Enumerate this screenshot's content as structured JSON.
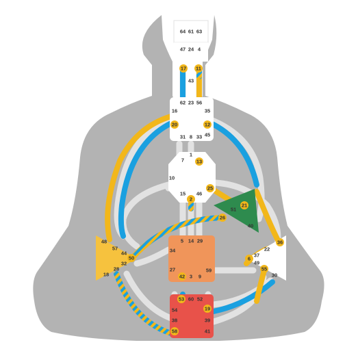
{
  "colors": {
    "body": "#b3b3b3",
    "channel_undefined": "#e2e2e2",
    "conscious": "#1aa0e0",
    "unconscious": "#f2b71a",
    "center_defined_head": "#ffffff",
    "center_white": "#ffffff",
    "ego": "#2e8b4e",
    "spleen": "#f6c23e",
    "sacral_root_outline": "#e5e5e5",
    "g_center": "#ffffff",
    "solar_plexus": "#ffffff",
    "sacral": "#f0955a",
    "root": "#e8524a",
    "gate_highlight": "#f2b71a",
    "text": "#333333"
  },
  "gates": {
    "g64": "64",
    "g61": "61",
    "g63": "63",
    "g47": "47",
    "g24": "24",
    "g4": "4",
    "g17": "17",
    "g11": "11",
    "g43": "43",
    "g62": "62",
    "g23": "23",
    "g56": "56",
    "g16": "16",
    "g35": "35",
    "g20": "20",
    "g12": "12",
    "g31": "31",
    "g8": "8",
    "g33": "33",
    "g45": "45",
    "g1": "1",
    "g7": "7",
    "g13": "13",
    "g10": "10",
    "g25": "25",
    "g15": "15",
    "g2": "2",
    "g46": "46",
    "g51": "51",
    "g21": "21",
    "g26": "26",
    "g40": "40",
    "g48": "48",
    "g57": "57",
    "g44": "44",
    "g50": "50",
    "g32": "32",
    "g28": "28",
    "g18": "18",
    "g5": "5",
    "g14": "14",
    "g29": "29",
    "g34": "34",
    "g27": "27",
    "g59": "59",
    "g42": "42",
    "g3": "3",
    "g9": "9",
    "g36": "36",
    "g22": "22",
    "g37": "37",
    "g6": "6",
    "g49": "49",
    "g55": "55",
    "g30": "30",
    "g53": "53",
    "g60": "60",
    "g52": "52",
    "g54": "54",
    "g19": "19",
    "g38": "38",
    "g39": "39",
    "g58": "58",
    "g41": "41"
  }
}
